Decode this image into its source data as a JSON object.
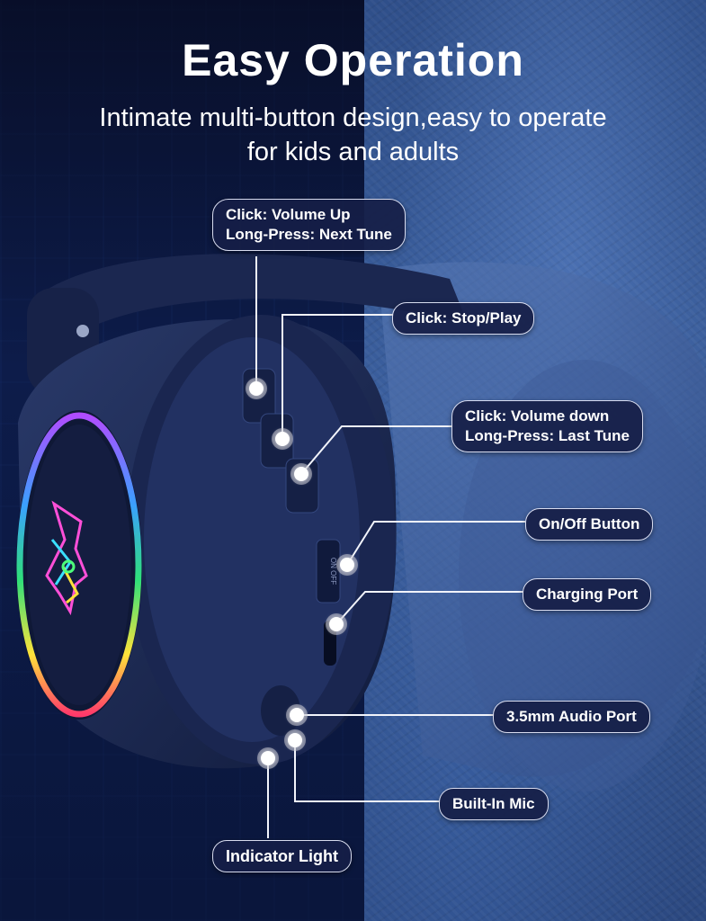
{
  "header": {
    "title": "Easy Operation",
    "subtitle_line1": "Intimate multi-button design,easy to operate",
    "subtitle_line2": "for kids and adults"
  },
  "callouts": {
    "volume_up": {
      "line1": "Click: Volume Up",
      "line2": "Long-Press: Next Tune"
    },
    "stop_play": {
      "line1": "Click: Stop/Play"
    },
    "volume_down": {
      "line1": "Click: Volume down",
      "line2": "Long-Press: Last Tune"
    },
    "on_off": {
      "line1": "On/Off Button"
    },
    "charging": {
      "line1": "Charging Port"
    },
    "audio_port": {
      "line1": "3.5mm Audio Port"
    },
    "mic": {
      "line1": "Built-In Mic"
    },
    "indicator": {
      "line1": "Indicator Light"
    }
  },
  "device": {
    "switch_text": "ON OFF"
  },
  "colors": {
    "label_bg": "#161e46",
    "label_border": "#d8dcef",
    "headphone_body": "#1f2d55"
  }
}
